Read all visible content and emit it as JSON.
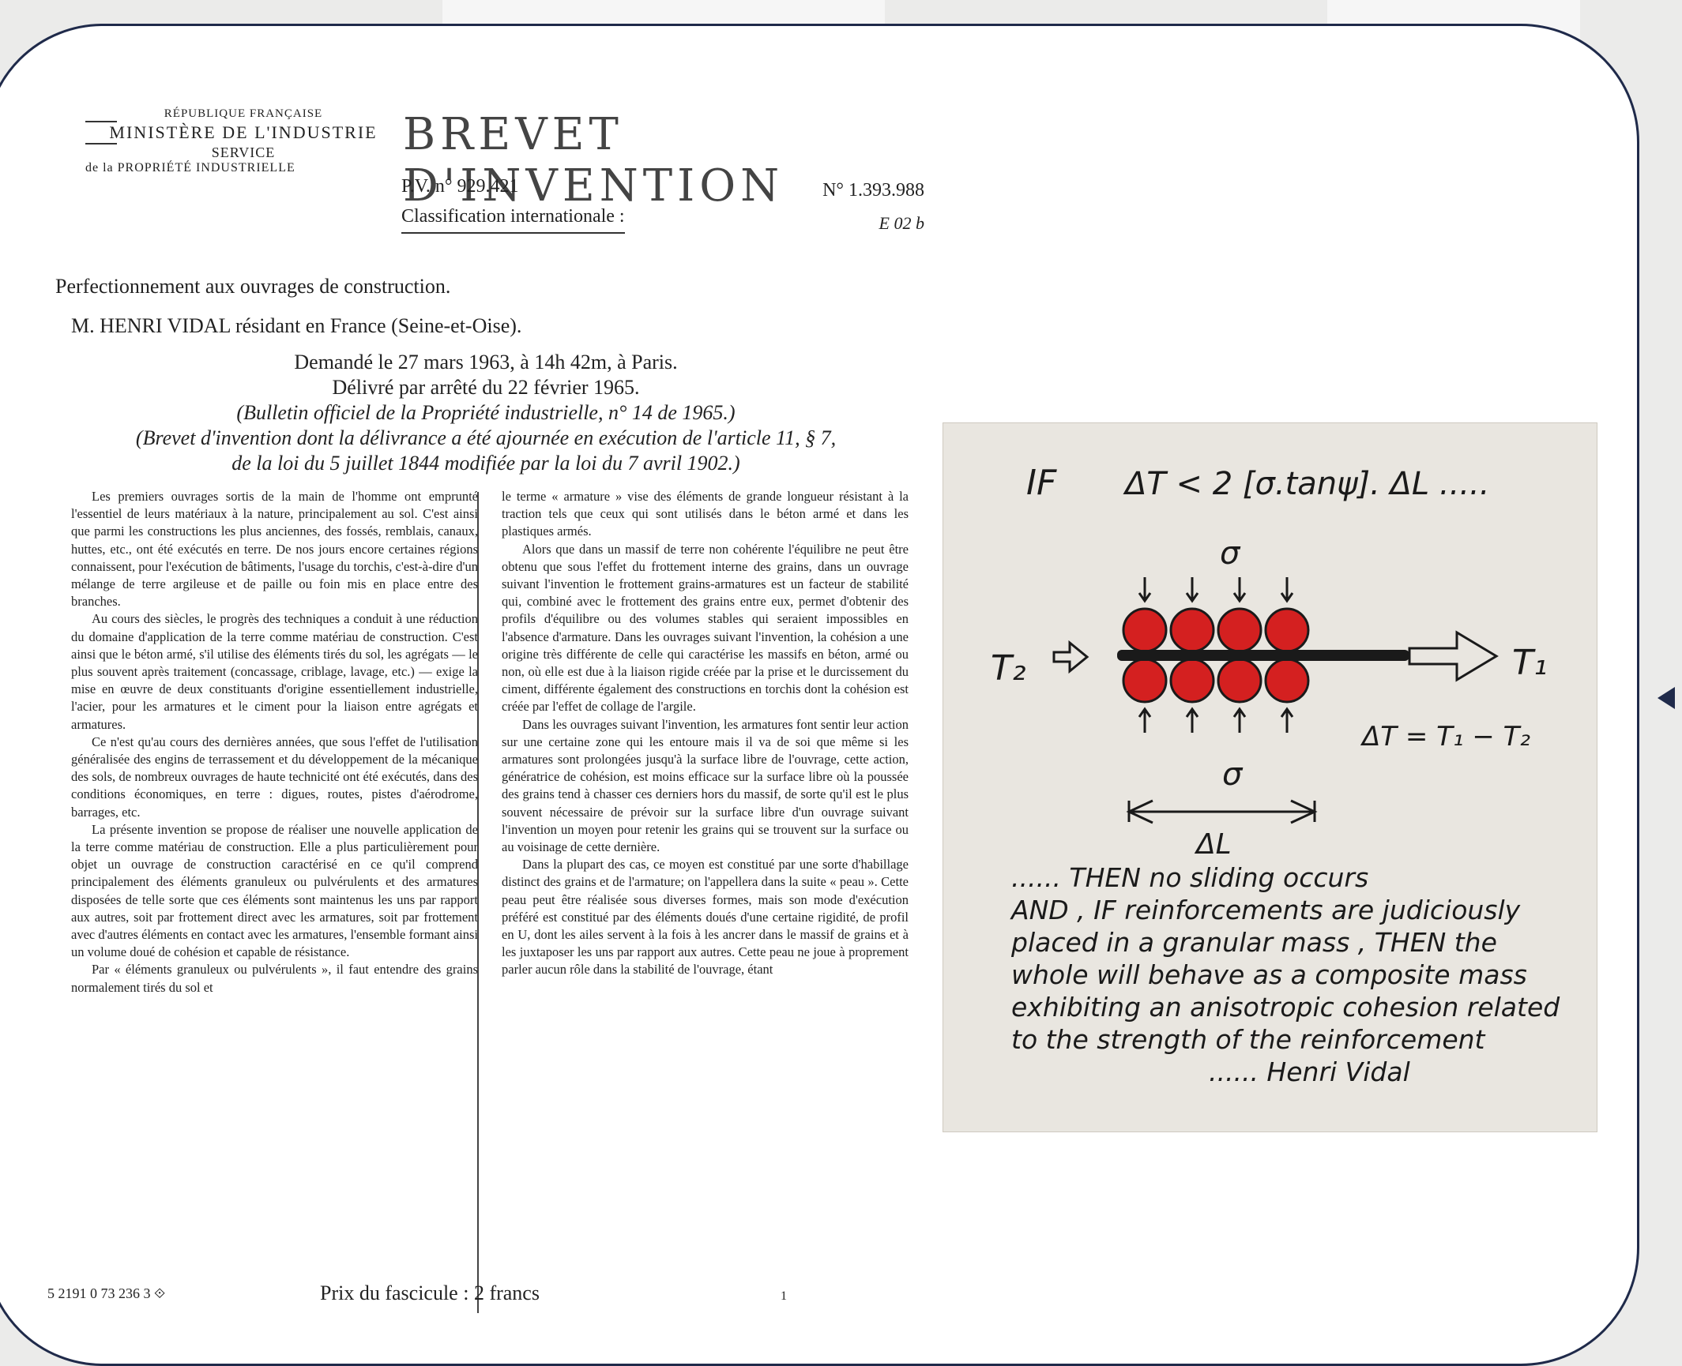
{
  "document": {
    "header": {
      "republique": "RÉPUBLIQUE FRANÇAISE",
      "ministere": "MINISTÈRE DE L'INDUSTRIE",
      "service": "SERVICE",
      "propriete": "de la PROPRIÉTÉ INDUSTRIELLE",
      "title": "BREVET D'INVENTION",
      "pv": "P.V. n° 929.421",
      "number": "N° 1.393.988",
      "classification_label": "Classification internationale :",
      "classification_value": "E 02 b"
    },
    "subject": "Perfectionnement aux ouvrages de construction.",
    "inventor": "M. HENRI VIDAL résidant en France (Seine-et-Oise).",
    "dates": {
      "demande": "Demandé le 27 mars 1963, à 14h 42m, à Paris.",
      "delivre": "Délivré par arrêté du 22 février 1965.",
      "bulletin": "(Bulletin officiel de la Propriété industrielle, n° 14 de 1965.)",
      "brevet_note_1": "(Brevet d'invention dont la délivrance a été ajournée en exécution de l'article 11, § 7,",
      "brevet_note_2": "de la loi du 5 juillet 1844 modifiée par la loi du 7 avril 1902.)"
    },
    "left_column": [
      "Les premiers ouvrages sortis de la main de l'homme ont emprunté l'essentiel de leurs matériaux à la nature, principalement au sol. C'est ainsi que parmi les constructions les plus anciennes, des fossés, remblais, canaux, huttes, etc., ont été exécutés en terre. De nos jours encore certaines régions connaissent, pour l'exécution de bâtiments, l'usage du torchis, c'est-à-dire d'un mélange de terre argileuse et de paille ou foin mis en place entre des branches.",
      "Au cours des siècles, le progrès des techniques a conduit à une réduction du domaine d'application de la terre comme matériau de construction. C'est ainsi que le béton armé, s'il utilise des éléments tirés du sol, les agrégats — le plus souvent après traitement (concassage, criblage, lavage, etc.) — exige la mise en œuvre de deux constituants d'origine essentiellement industrielle, l'acier, pour les armatures et le ciment pour la liaison entre agrégats et armatures.",
      "Ce n'est qu'au cours des dernières années, que sous l'effet de l'utilisation généralisée des engins de terrassement et du développement de la mécanique des sols, de nombreux ouvrages de haute technicité ont été exécutés, dans des conditions économiques, en terre : digues, routes, pistes d'aérodrome, barrages, etc.",
      "La présente invention se propose de réaliser une nouvelle application de la terre comme matériau de construction. Elle a plus particulièrement pour objet un ouvrage de construction caractérisé en ce qu'il comprend principalement des éléments granuleux ou pulvérulents et des armatures disposées de telle sorte que ces éléments sont maintenus les uns par rapport aux autres, soit par frottement direct avec les armatures, soit par frottement avec d'autres éléments en contact avec les armatures, l'ensemble formant ainsi un volume doué de cohésion et capable de résistance.",
      "Par « éléments granuleux ou pulvérulents », il faut entendre des grains normalement tirés du sol et"
    ],
    "right_column": [
      "le terme « armature » vise des éléments de grande longueur résistant à la traction tels que ceux qui sont utilisés dans le béton armé et dans les plastiques armés.",
      "Alors que dans un massif de terre non cohérente l'équilibre ne peut être obtenu que sous l'effet du frottement interne des grains, dans un ouvrage suivant l'invention le frottement grains-armatures est un facteur de stabilité qui, combiné avec le frottement des grains entre eux, permet d'obtenir des profils d'équilibre ou des volumes stables qui seraient impossibles en l'absence d'armature. Dans les ouvrages suivant l'invention, la cohésion a une origine très différente de celle qui caractérise les massifs en béton, armé ou non, où elle est due à la liaison rigide créée par la prise et le durcissement du ciment, différente également des constructions en torchis dont la cohésion est créée par l'effet de collage de l'argile.",
      "Dans les ouvrages suivant l'invention, les armatures font sentir leur action sur une certaine zone qui les entoure mais il va de soi que même si les armatures sont prolongées jusqu'à la surface libre de l'ouvrage, cette action, génératrice de cohésion, est moins efficace sur la surface libre où la poussée des grains tend à chasser ces derniers hors du massif, de sorte qu'il est le plus souvent nécessaire de prévoir sur la surface libre d'un ouvrage suivant l'invention un moyen pour retenir les grains qui se trouvent sur la surface ou au voisinage de cette dernière.",
      "Dans la plupart des cas, ce moyen est constitué par une sorte d'habillage distinct des grains et de l'armature; on l'appellera dans la suite « peau ». Cette peau peut être réalisée sous diverses formes, mais son mode d'exécution préféré est constitué par des éléments doués d'une certaine rigidité, de profil en U, dont les ailes servent à la fois à les ancrer dans le massif de grains et à les juxtaposer les uns par rapport aux autres. Cette peau ne joue à proprement parler aucun rôle dans la stabilité de l'ouvrage, étant"
    ],
    "footer": {
      "code": "5 2191 0 73 236 3",
      "price": "Prix du fascicule : 2 francs",
      "page": "1"
    }
  },
  "sketch": {
    "formula_if": "IF",
    "formula": "ΔT < 2 [σ.tanψ]. ΔL .....",
    "sigma_top": "σ",
    "sigma_bottom": "σ",
    "t2": "T₂",
    "t1": "T₁",
    "delta_t": "ΔT = T₁ − T₂",
    "delta_l": "ΔL",
    "lines": [
      "...... THEN no sliding occurs",
      "AND , IF reinforcements are judiciously",
      "placed in a granular mass , THEN the",
      "whole will behave as a composite mass",
      "exhibiting an anisotropic cohesion related",
      "to the strength of the reinforcement",
      "...... Henri Vidal"
    ],
    "colors": {
      "grain": "#d42020",
      "ink": "#1a1a1a"
    }
  },
  "colors": {
    "frame": "#1f2a4a",
    "background": "#ebebea"
  }
}
